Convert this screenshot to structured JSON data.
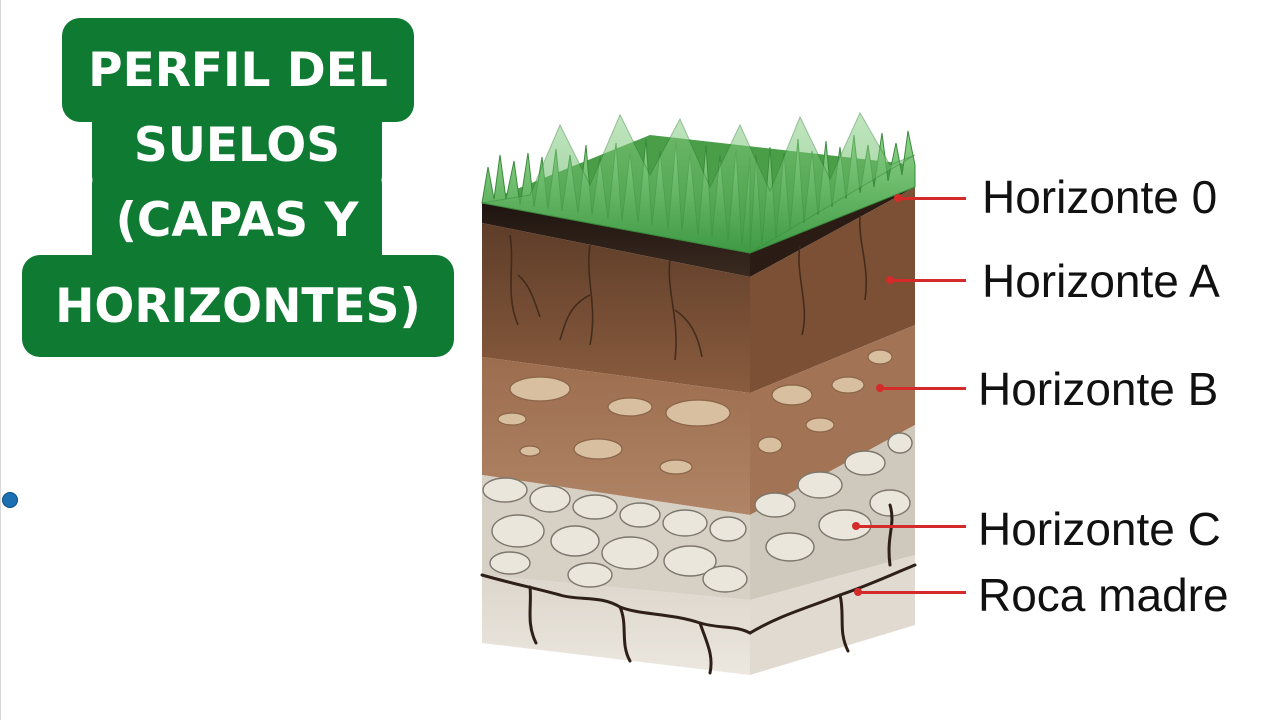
{
  "title": {
    "line1": "PERFIL DEL",
    "line2": "SUELOS",
    "line3": "(CAPAS Y",
    "line4": "HORIZONTES)"
  },
  "colors": {
    "title_background": "#0e7a32",
    "title_text": "#ffffff",
    "leader_lines": "#d42a2a",
    "grass": "#5cb85c",
    "horizon_o": "#2b1d16",
    "horizon_a": "#7a5035",
    "horizon_b": "#a87a5a",
    "horizon_c": "#d9d3c8",
    "bedrock": "#e6e0d6"
  },
  "labels": [
    {
      "text": "Horizonte 0"
    },
    {
      "text": "Horizonte A"
    },
    {
      "text": "Horizonte B"
    },
    {
      "text": "Horizonte C"
    },
    {
      "text": "Roca madre"
    }
  ]
}
